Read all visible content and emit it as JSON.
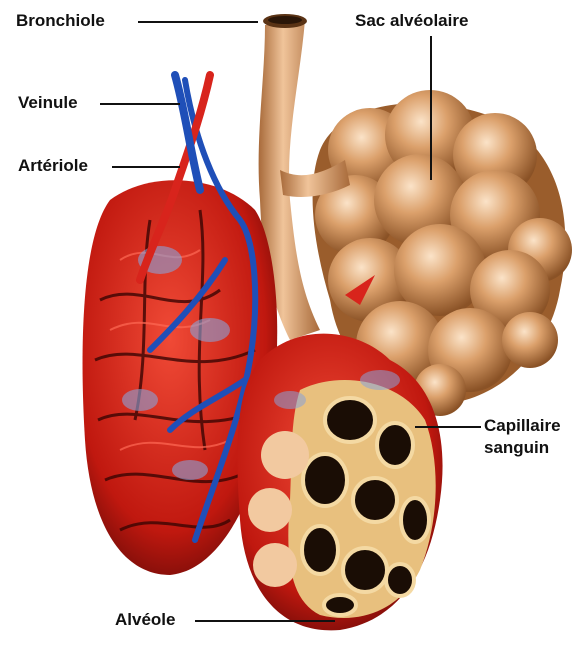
{
  "labels": {
    "bronchiole": "Bronchiole",
    "sac_alveolaire": "Sac alvéolaire",
    "veinule": "Veinule",
    "arteriole": "Artériole",
    "capillaire_line1": "Capillaire",
    "capillaire_line2": "sanguin",
    "alveole": "Alvéole"
  },
  "colors": {
    "artery_red": "#d8241c",
    "vein_blue": "#1f4fb8",
    "tissue_tan": "#c98a55",
    "tissue_light": "#e9b98a",
    "tissue_dark": "#7a4a22",
    "label_text": "#111111"
  }
}
